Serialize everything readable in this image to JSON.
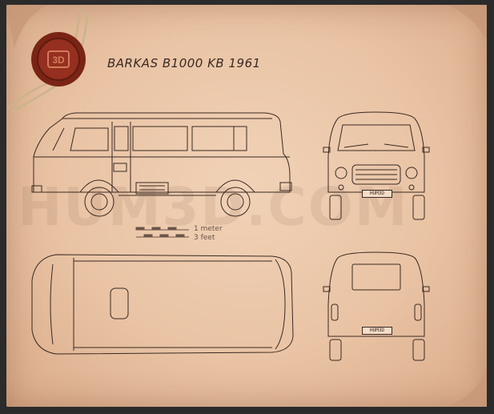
{
  "title": "BARKAS B1000 KB 1961",
  "watermark": "HUM3D.COM",
  "seal_text": "3D",
  "scale": {
    "meter_label": "1 meter",
    "feet_label": "3 feet"
  },
  "plate_text": "HUM3D",
  "colors": {
    "paper": "#ecc8aa",
    "line": "#3a2a22",
    "seal": "#8e2b1c"
  },
  "icons": [
    "wax-seal-icon",
    "twine-icon"
  ]
}
